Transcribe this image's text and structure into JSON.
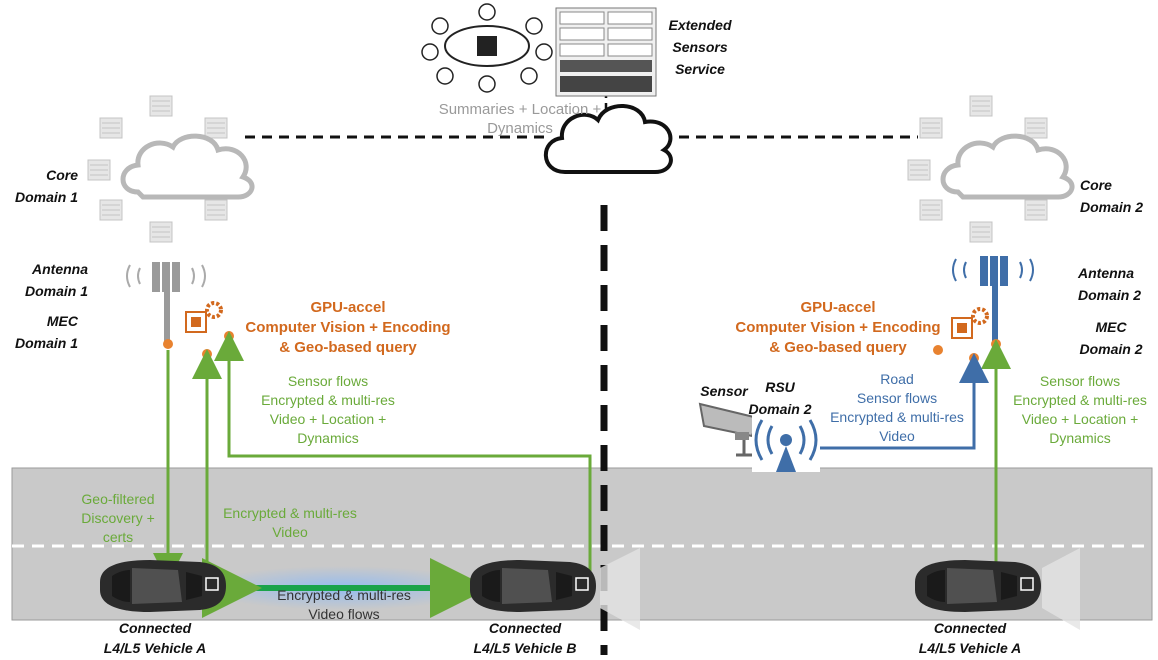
{
  "labels": {
    "extended_sensors": [
      "Extended",
      "Sensors",
      "Service"
    ],
    "summaries": [
      "Summaries + Location +",
      "Dynamics"
    ],
    "core_domain_1": [
      "Core",
      "Domain 1"
    ],
    "core_domain_2": [
      "Core",
      "Domain 2"
    ],
    "antenna_domain_1": [
      "Antenna",
      "Domain 1"
    ],
    "antenna_domain_2": [
      "Antenna",
      "Domain 2"
    ],
    "mec_domain_1": [
      "MEC",
      "Domain 1"
    ],
    "mec_domain_2": [
      "MEC",
      "Domain 2"
    ],
    "gpu_left": [
      "GPU-accel",
      "Computer Vision + Encoding",
      "& Geo-based query"
    ],
    "gpu_right": [
      "GPU-accel",
      "Computer Vision + Encoding",
      "& Geo-based query"
    ],
    "sensor_flows_left": [
      "Sensor flows",
      "Encrypted & multi-res",
      "Video + Location +",
      "Dynamics"
    ],
    "sensor_flows_right": [
      "Sensor flows",
      "Encrypted & multi-res",
      "Video + Location +",
      "Dynamics"
    ],
    "sensor": "Sensor",
    "rsu": [
      "RSU",
      "Domain 2"
    ],
    "road_sensor_flows": [
      "Road",
      "Sensor flows",
      "Encrypted & multi-res",
      "Video"
    ],
    "geo_filtered": [
      "Geo-filtered",
      "Discovery +",
      "certs"
    ],
    "encrypted_video": [
      "Encrypted & multi-res",
      "Video"
    ],
    "v2v_flows": [
      "Encrypted & multi-res",
      "Video flows"
    ],
    "vehicle_a_left": [
      "Connected",
      "L4/L5 Vehicle A"
    ],
    "vehicle_b": [
      "Connected",
      "L4/L5 Vehicle B"
    ],
    "vehicle_a_right": [
      "Connected",
      "L4/L5 Vehicle A"
    ]
  },
  "colors": {
    "green": "#6aaa3a",
    "orange": "#d2691e",
    "blue": "#3f6ea8",
    "road": "#c9c9c9",
    "server": "#d3d3d3"
  }
}
